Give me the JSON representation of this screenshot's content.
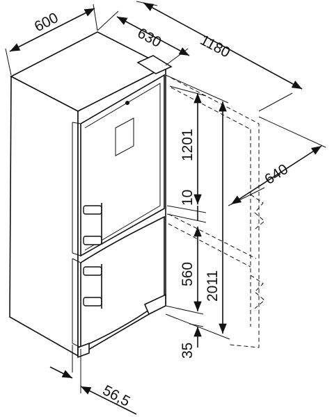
{
  "dimensions": {
    "width_top": "600",
    "depth": "630",
    "overall_depth": "1180",
    "side_depth": "640",
    "upper_height": "1201",
    "gap": "10",
    "lower_height": "560",
    "total_height": "2011",
    "base_height": "35",
    "door_offset": "56,5"
  },
  "colors": {
    "line": "#111111",
    "background": "#ffffff"
  }
}
